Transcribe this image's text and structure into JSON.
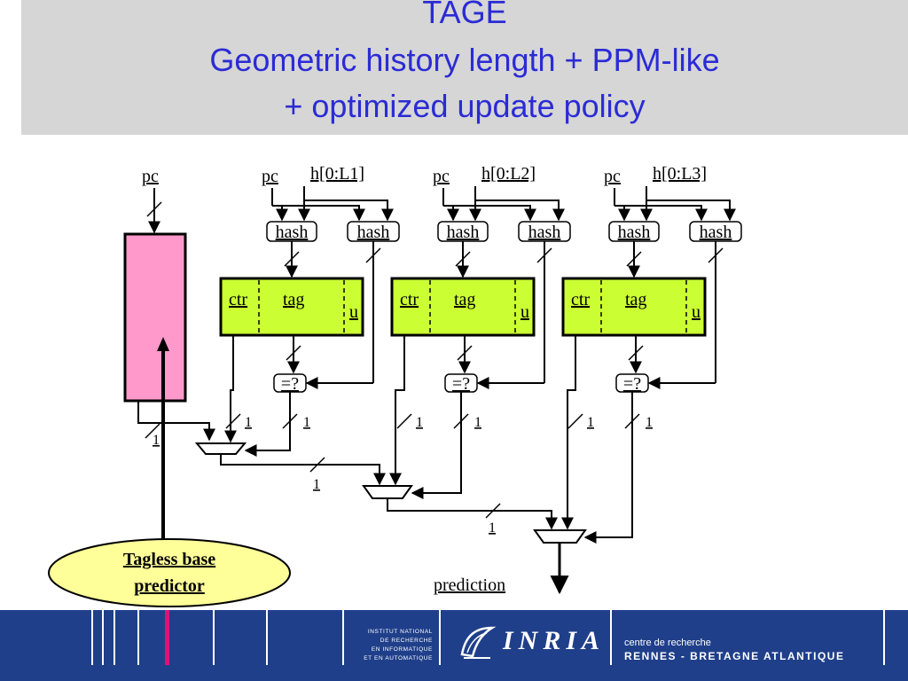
{
  "title": {
    "line1": "TAGE",
    "line2": "Geometric history length + PPM-like",
    "line3": "+ optimized update policy"
  },
  "diagram": {
    "base_pc": "pc",
    "tables": [
      {
        "pc": "pc",
        "history": "h[0:L1]",
        "hash": "hash",
        "ctr": "ctr",
        "tag": "tag",
        "u": "u",
        "compare": "=?"
      },
      {
        "pc": "pc",
        "history": "h[0:L2]",
        "hash": "hash",
        "ctr": "ctr",
        "tag": "tag",
        "u": "u",
        "compare": "=?"
      },
      {
        "pc": "pc",
        "history": "h[0:L3]",
        "hash": "hash",
        "ctr": "ctr",
        "tag": "tag",
        "u": "u",
        "compare": "=?"
      }
    ],
    "bit_label": "1",
    "callout": {
      "line1": "Tagless base",
      "line2": "predictor"
    },
    "prediction": "prediction"
  },
  "footer": {
    "institute": [
      "INSTITUT NATIONAL",
      "DE RECHERCHE",
      "EN INFORMATIQUE",
      "ET EN AUTOMATIQUE"
    ],
    "inria": "INRIA",
    "centre": "centre de recherche",
    "rennes": "RENNES - BRETAGNE ATLANTIQUE"
  },
  "colors": {
    "title": "#2b2bd6",
    "table_fill": "#ccff33",
    "base_fill": "#ff99cc",
    "callout_fill": "#ffff99",
    "footer_bg": "#1f3f8a"
  }
}
